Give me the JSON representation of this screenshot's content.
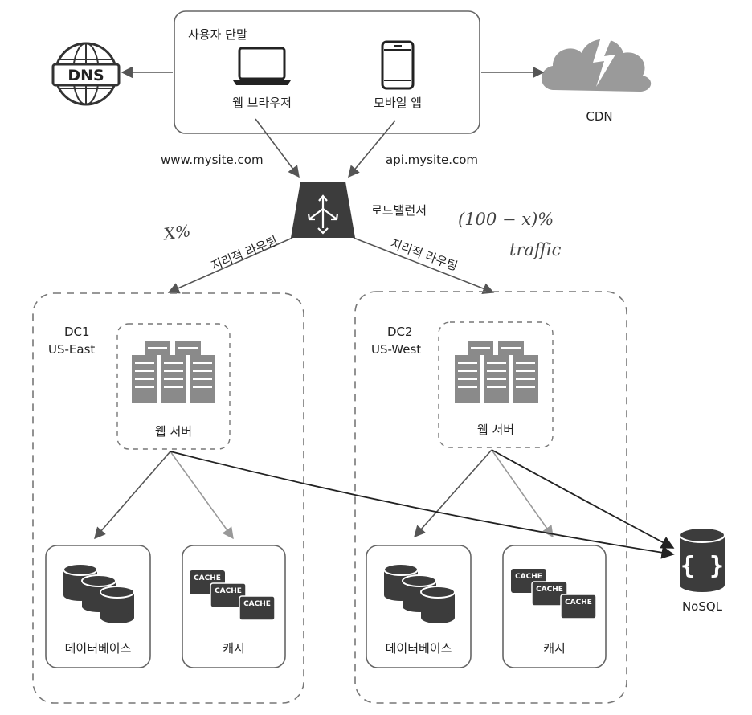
{
  "client": {
    "title": "사용자 단말",
    "web_browser_label": "웹 브라우저",
    "mobile_app_label": "모바일 앱"
  },
  "dns": {
    "label": "DNS"
  },
  "cdn": {
    "label": "CDN"
  },
  "domains": {
    "web": "www.mysite.com",
    "api": "api.mysite.com"
  },
  "load_balancer": {
    "label": "로드밸런서"
  },
  "routing": {
    "left_label": "지리적 라우팅",
    "right_label": "지리적 라우팅"
  },
  "annotations": {
    "left_percent": "X%",
    "right_percent": "(100 − x)%",
    "right_traffic": "traffic"
  },
  "dc1": {
    "name": "DC1",
    "region": "US-East",
    "web_server_label": "웹 서버",
    "database_label": "데이터베이스",
    "cache_label": "캐시",
    "cache_tags": [
      "CACHE",
      "CACHE",
      "CACHE"
    ]
  },
  "dc2": {
    "name": "DC2",
    "region": "US-West",
    "web_server_label": "웹 서버",
    "database_label": "데이터베이스",
    "cache_label": "캐시",
    "cache_tags": [
      "CACHE",
      "CACHE",
      "CACHE"
    ]
  },
  "nosql": {
    "label": "NoSQL"
  },
  "colors": {
    "line": "#555555",
    "dashed": "#777777",
    "icon_dark": "#3c3c3c",
    "icon_gray": "#8a8a8a",
    "cloud": "#9a9a9a"
  }
}
